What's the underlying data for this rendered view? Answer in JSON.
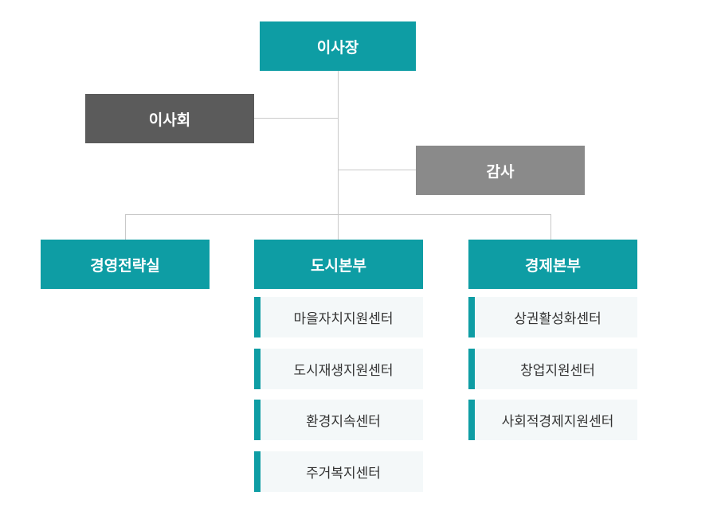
{
  "chairman": "이사장",
  "board": "이사회",
  "audit": "감사",
  "departments": {
    "strategy": "경영전략실",
    "urban": {
      "title": "도시본부",
      "centers": [
        "마을자치지원센터",
        "도시재생지원센터",
        "환경지속센터",
        "주거복지센터"
      ]
    },
    "economy": {
      "title": "경제본부",
      "centers": [
        "상권활성화센터",
        "창업지원센터",
        "사회적경제지원센터"
      ]
    }
  },
  "colors": {
    "teal": "#0e9da4",
    "board": "#5b5b5b",
    "audit": "#8a8a8a",
    "subBackground": "#f4f8f9",
    "connector": "#c9c9c9"
  }
}
